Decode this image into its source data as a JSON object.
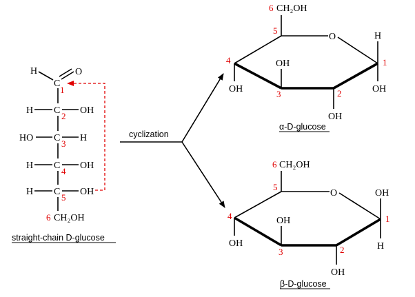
{
  "straight_chain": {
    "caption": "straight-chain D-glucose",
    "c1_h": "H",
    "c1_c": "C",
    "c1_o": "O",
    "c2_h": "H",
    "c2_c": "C",
    "c2_oh": "OH",
    "c3_ho": "HO",
    "c3_c": "C",
    "c3_h": "H",
    "c4_h": "H",
    "c4_c": "C",
    "c4_oh": "OH",
    "c5_h": "H",
    "c5_c": "C",
    "c5_oh": "OH",
    "c6": "CH₂OH",
    "nums": [
      "1",
      "2",
      "3",
      "4",
      "5",
      "6"
    ]
  },
  "reaction": {
    "label": "cyclization"
  },
  "alpha": {
    "caption": "α-D-glucose",
    "c6": "CH₂OH",
    "ring_o": "O",
    "c1_top": "H",
    "c1_bottom": "OH",
    "c2_oh": "OH",
    "c3_oh": "OH",
    "c4_oh": "OH",
    "nums": [
      "1",
      "2",
      "3",
      "4",
      "5",
      "6"
    ]
  },
  "beta": {
    "caption": "β-D-glucose",
    "c6": "CH₂OH",
    "ring_o": "O",
    "c1_top": "OH",
    "c1_bottom": "H",
    "c2_oh": "OH",
    "c3_oh": "OH",
    "c4_oh": "OH",
    "nums": [
      "1",
      "2",
      "3",
      "4",
      "5",
      "6"
    ]
  },
  "colors": {
    "ink": "#000000",
    "carbon_numbers": "#e00000",
    "arrow_dashed": "#e00000"
  }
}
